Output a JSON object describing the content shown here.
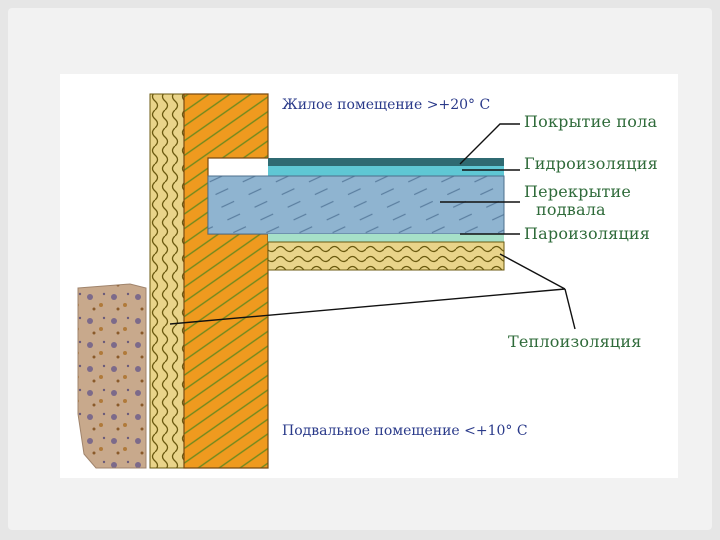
{
  "diagram": {
    "top_room": "Жилое помещение >+20° С",
    "bottom_room": "Подвальное помещение <+10° С",
    "layers": {
      "floor_cover": "Покрытие пола",
      "waterproof": "Гидроизоляция",
      "slab_line1": "Перекрытие",
      "slab_line2": "подвала",
      "vapor_barrier": "Пароизоляция",
      "insulation": "Теплоизоляция"
    },
    "colors": {
      "wall": "#ef9a1f",
      "insulation": "#e9d48a",
      "slab": "#8fb4d0",
      "floor_cover": "#2f6a72",
      "waterproof": "#5fc7d4",
      "vapor_barrier": "#a6e0c8",
      "soil": "#c8a98c",
      "label_green": "#2f6b3a",
      "label_blue": "#2a3a8a"
    }
  }
}
